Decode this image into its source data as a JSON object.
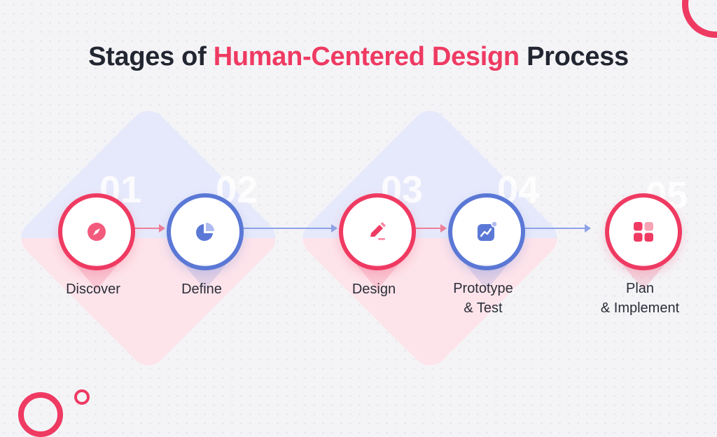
{
  "title": {
    "prefix": "Stages of ",
    "highlight": "Human-Centered Design",
    "suffix": " Process"
  },
  "colors": {
    "accent_pink": "#ef3a62",
    "accent_blue": "#5b78d6",
    "text_dark": "#222631"
  },
  "stages": [
    {
      "number": "01",
      "label_line1": "Discover",
      "label_line2": "",
      "icon": "compass-icon",
      "color": "pink"
    },
    {
      "number": "02",
      "label_line1": "Define",
      "label_line2": "",
      "icon": "pie-chart-icon",
      "color": "blue"
    },
    {
      "number": "03",
      "label_line1": "Design",
      "label_line2": "",
      "icon": "pencil-icon",
      "color": "pink"
    },
    {
      "number": "04",
      "label_line1": "Prototype",
      "label_line2": "& Test",
      "icon": "trend-chart-icon",
      "color": "blue"
    },
    {
      "number": "05",
      "label_line1": "Plan",
      "label_line2": "& Implement",
      "icon": "grid-apps-icon",
      "color": "pink"
    }
  ]
}
